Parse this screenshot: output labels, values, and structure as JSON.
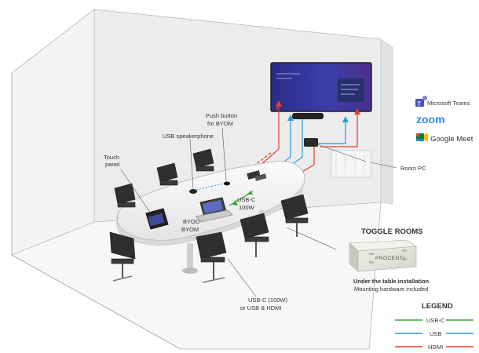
{
  "labels": {
    "touch_panel_l1": "Touch",
    "touch_panel_l2": "panel",
    "usb_speakerphone": "USB speakerphone",
    "push_button_l1": "Push button",
    "push_button_l2": "for BYOM",
    "usbc_100w_l1": "USB-C",
    "usbc_100w_l2": "100W",
    "byod_l1": "BYOD",
    "byod_l2": "BYOM",
    "room_pc": "Room PC",
    "bottom_cable_l1": "USB-C (100W)",
    "bottom_cable_l2": "or USB & HDMI"
  },
  "platforms": {
    "teams": "Microsoft Teams",
    "zoom": "zoom",
    "meet": "Google Meet"
  },
  "product": {
    "title": "TOGGLE ROOMS",
    "device_brand": "PROCENTI",
    "caption_l1": "Under the table installation",
    "caption_l2": "Mounting hardware included"
  },
  "legend": {
    "title": "LEGEND",
    "items": [
      {
        "label": "USB-C",
        "color": "#3aa63a"
      },
      {
        "label": "USB",
        "color": "#2a9ad6"
      },
      {
        "label": "HDMI",
        "color": "#e0432b"
      }
    ]
  },
  "colors": {
    "usbc": "#3aa63a",
    "usb": "#2a9ad6",
    "hdmi": "#e0432b",
    "wall": "#f1f1f2",
    "screen": "#2b2c8a"
  }
}
